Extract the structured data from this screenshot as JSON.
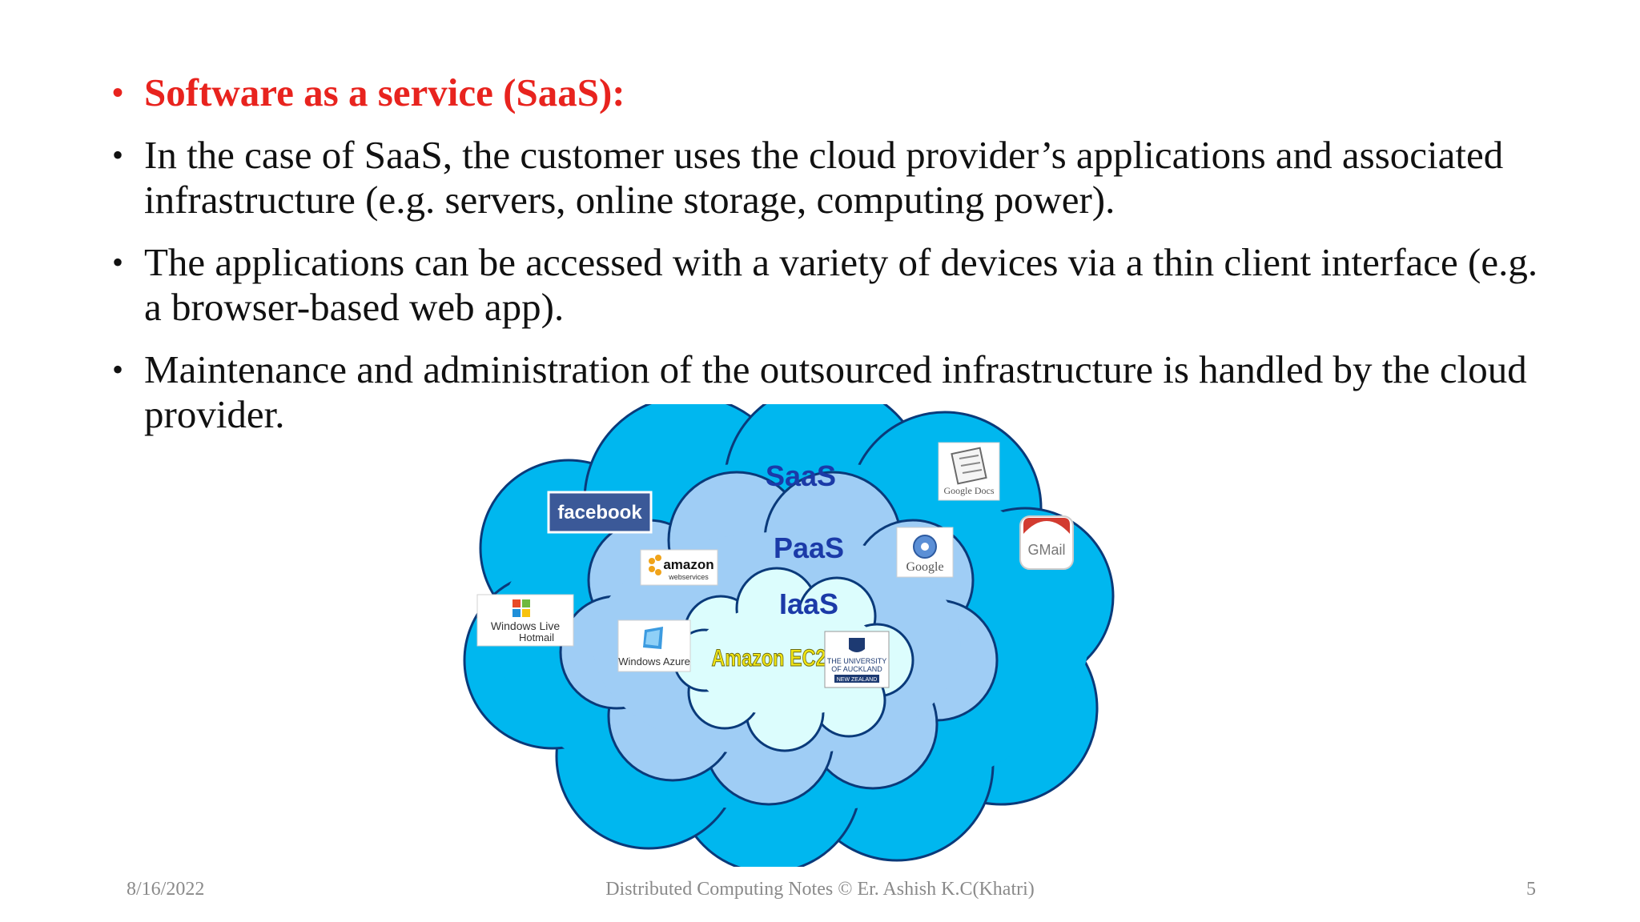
{
  "bullets": {
    "heading": "Software as a service (SaaS):",
    "items": [
      "In the case of SaaS, the customer uses the cloud provider’s applications and associated infrastructure (e.g. servers, online storage, computing power).",
      "The applications can be accessed with a variety of devices via a thin client interface (e.g. a browser-based web app).",
      "Maintenance and administration of the outsourced infrastructure is handled by the cloud provider."
    ]
  },
  "diagram": {
    "layers": {
      "saas": "SaaS",
      "paas": "PaaS",
      "iaas": "IaaS"
    },
    "logos": {
      "facebook": "facebook",
      "google_docs": "Google Docs",
      "gmail": "GMail",
      "windows_live_1": "Windows Live",
      "windows_live_2": "Hotmail",
      "amazon_1": "amazon",
      "amazon_2": "webservices",
      "google": "Google",
      "windows_azure": "Windows Azure",
      "amazon_ec2": "Amazon EC2",
      "auckland_1": "THE UNIVERSITY",
      "auckland_2": "OF AUCKLAND",
      "auckland_3": "NEW ZEALAND"
    },
    "colors": {
      "outer_cloud": "#00b7ef",
      "middle_cloud": "#9fcdf5",
      "inner_cloud": "#dcfdfd",
      "layer_text": "#1b3aa8",
      "facebook_blue": "#3b5998",
      "ec2_yellow": "#f0e414"
    }
  },
  "footer": {
    "date": "8/16/2022",
    "center": "Distributed Computing Notes © Er. Ashish K.C(Khatri)",
    "page": "5"
  }
}
